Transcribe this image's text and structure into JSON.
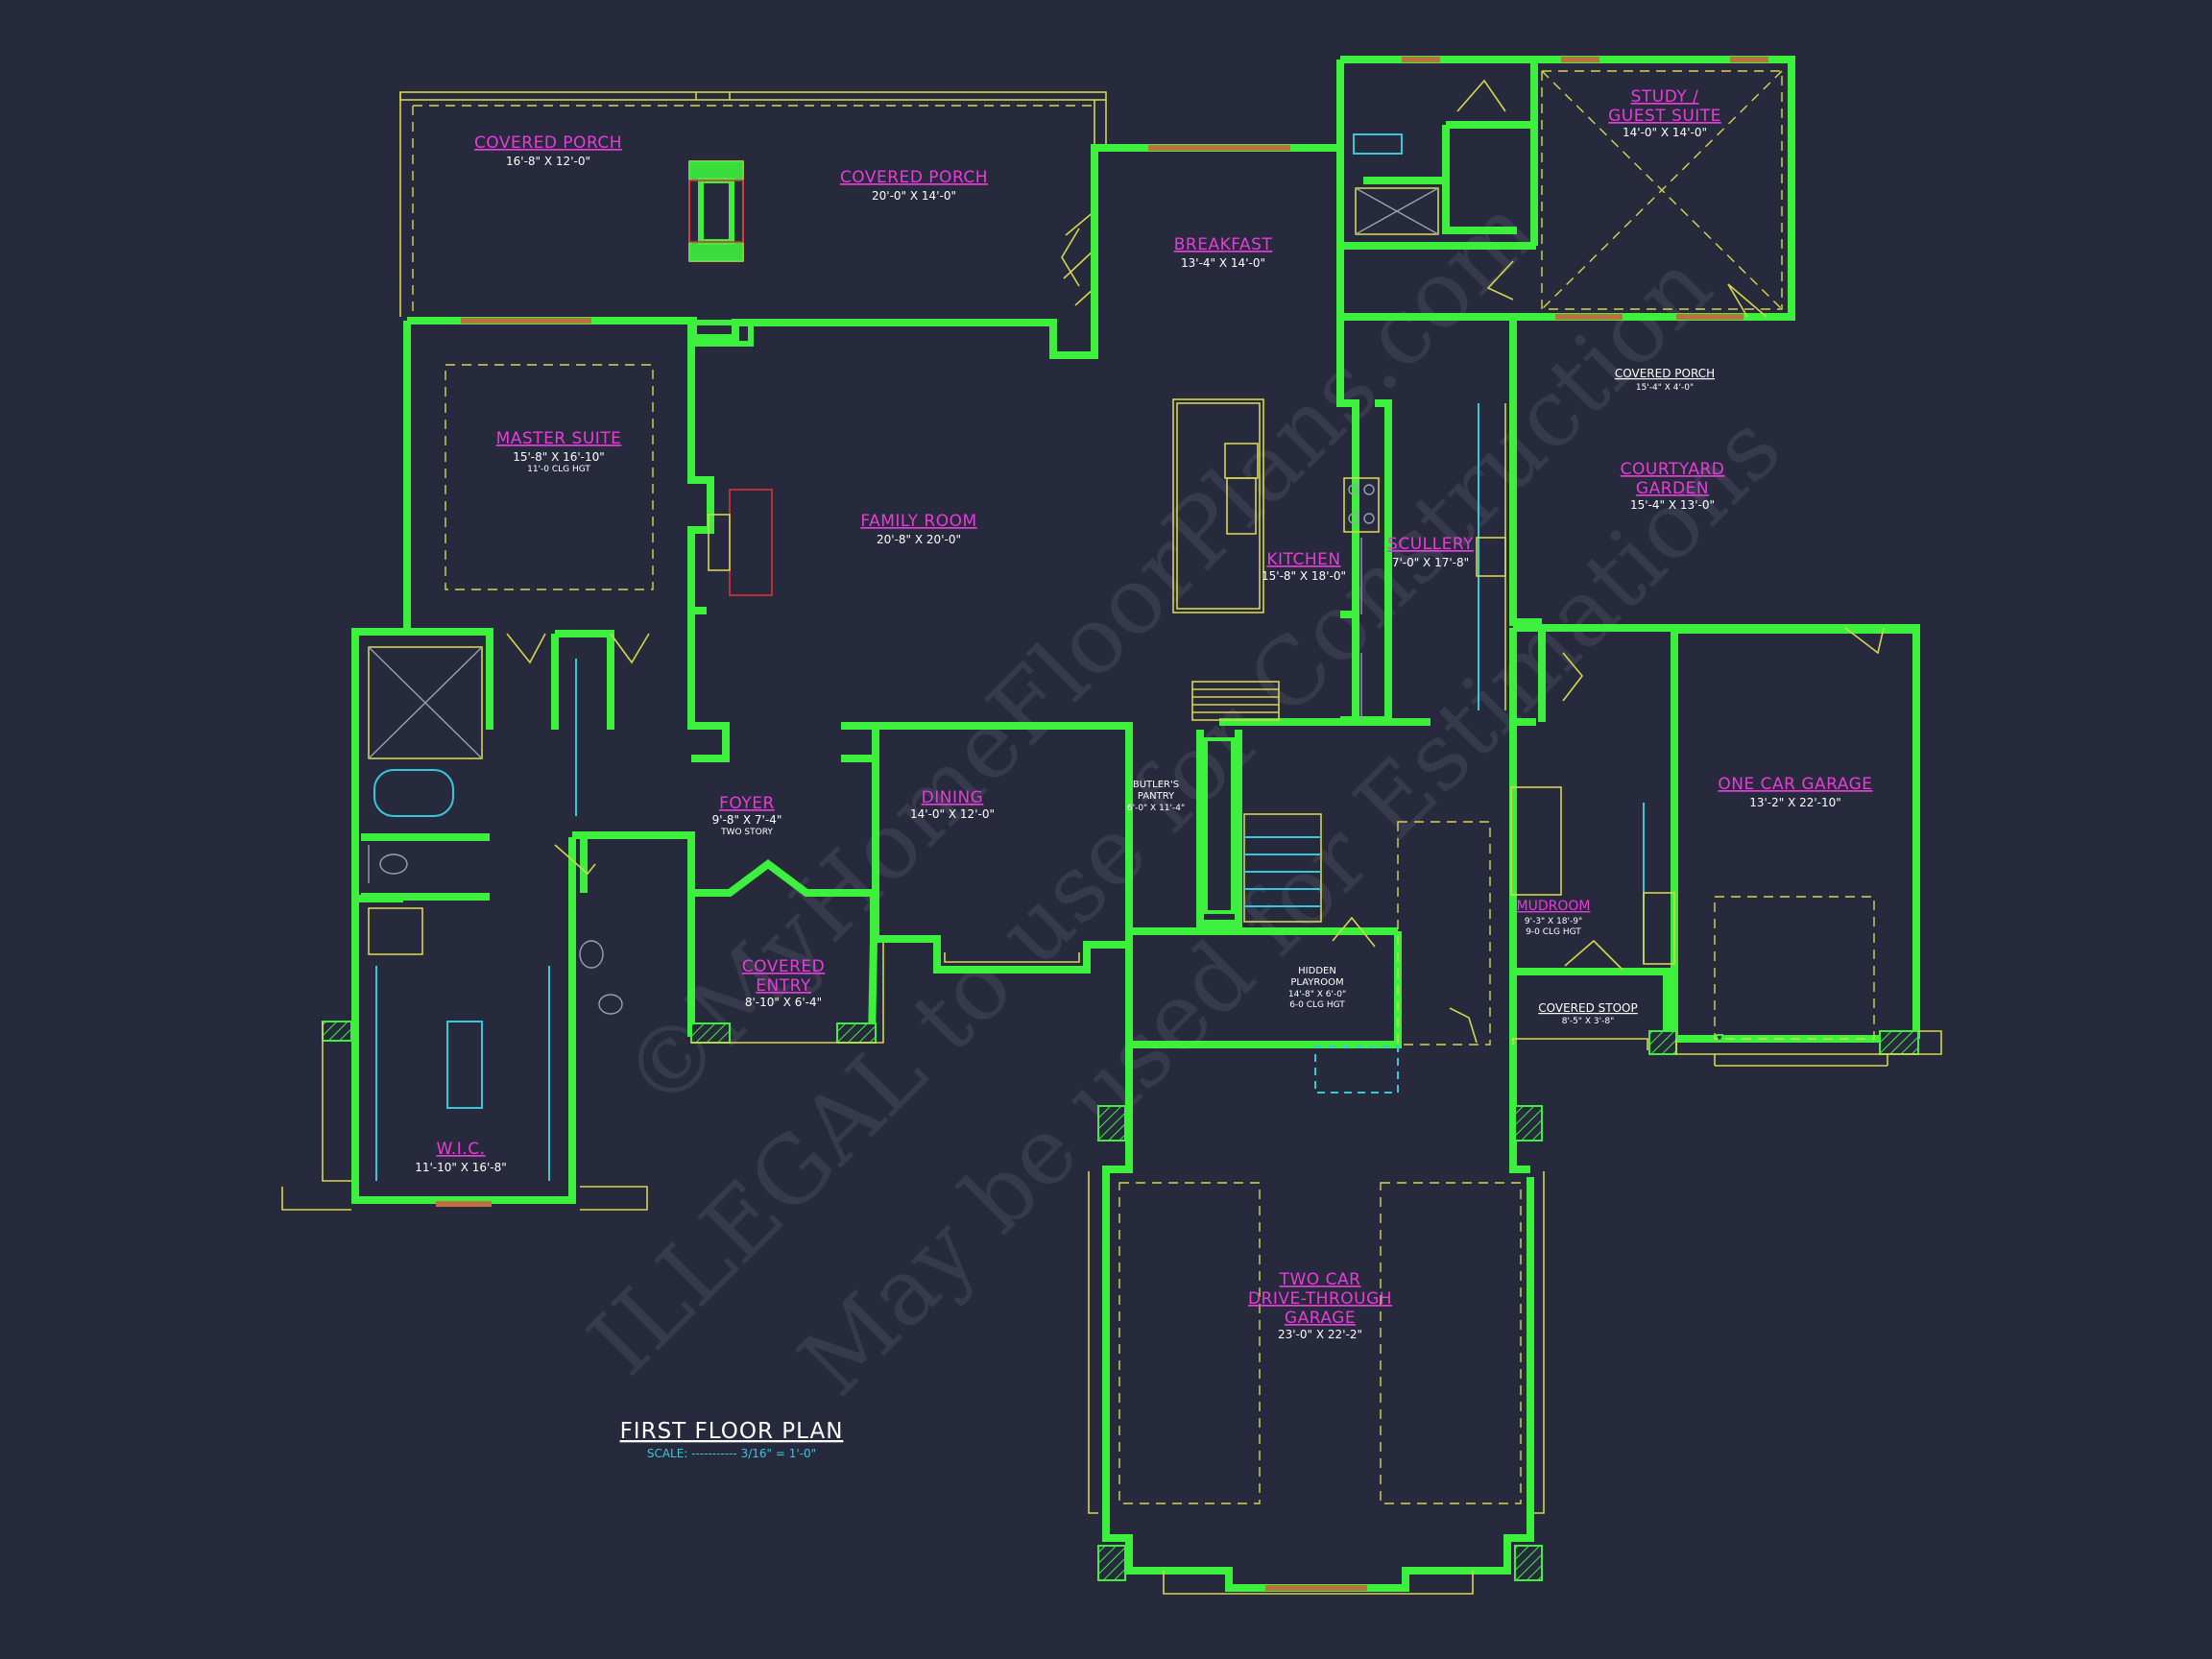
{
  "drawing": {
    "title": "FIRST FLOOR PLAN",
    "scale_label": "SCALE: ----------- 3/16\" = 1'-0\""
  },
  "watermark": {
    "line1": "©MyHomeFloorPlans.com",
    "line2": "ILLEGAL to use for Construction",
    "line3": "May be used for Estimations"
  },
  "rooms": {
    "covered_porch_left": {
      "name": "COVERED PORCH",
      "dim": "16'-8\" X 12'-0\""
    },
    "covered_porch_center": {
      "name": "COVERED PORCH",
      "dim": "20'-0\" X 14'-0\""
    },
    "breakfast": {
      "name": "BREAKFAST",
      "dim": "13'-4\" X 14'-0\""
    },
    "study": {
      "name1": "STUDY /",
      "name2": "GUEST SUITE",
      "dim": "14'-0\" X 14'-0\""
    },
    "covered_porch_small": {
      "name": "COVERED PORCH",
      "dim": "15'-4\" X 4'-0\""
    },
    "courtyard": {
      "name1": "COURTYARD",
      "name2": "GARDEN",
      "dim": "15'-4\" X 13'-0\""
    },
    "master": {
      "name": "MASTER SUITE",
      "dim": "15'-8\" X 16'-10\"",
      "note": "11'-0 CLG HGT"
    },
    "family": {
      "name": "FAMILY ROOM",
      "dim": "20'-8\" X 20'-0\""
    },
    "kitchen": {
      "name": "KITCHEN",
      "dim": "15'-8\" X 18'-0\""
    },
    "scullery": {
      "name": "SCULLERY",
      "dim": "7'-0\" X 17'-8\""
    },
    "foyer": {
      "name": "FOYER",
      "dim": "9'-8\" X 7'-4\"",
      "note": "TWO STORY"
    },
    "dining": {
      "name": "DINING",
      "dim": "14'-0\" X 12'-0\""
    },
    "butlers": {
      "name1": "BUTLER'S",
      "name2": "PANTRY",
      "dim": "6'-0\" X 11'-4\""
    },
    "one_car": {
      "name": "ONE CAR GARAGE",
      "dim": "13'-2\" X 22'-10\""
    },
    "covered_entry": {
      "name1": "COVERED",
      "name2": "ENTRY",
      "dim": "8'-10\" X 6'-4\""
    },
    "hidden_playroom": {
      "name1": "HIDDEN",
      "name2": "PLAYROOM",
      "dim": "14'-8\" X 6'-0\"",
      "note": "6-0 CLG HGT"
    },
    "mudroom": {
      "name": "MUDROOM",
      "dim": "9'-3\" X 18'-9\"",
      "note": "9-0 CLG HGT"
    },
    "covered_stoop": {
      "name": "COVERED STOOP",
      "dim": "8'-5\" X 3'-8\""
    },
    "wic": {
      "name": "W.I.C.",
      "dim": "11'-10\" X 16'-8\""
    },
    "two_car": {
      "name1": "TWO CAR",
      "name2": "DRIVE-THROUGH",
      "name3": "GARAGE",
      "dim": "23'-0\" X 22'-2\""
    }
  },
  "colors": {
    "background": "#272a3d",
    "walls": "#3df03d",
    "linework": "#d6d64a",
    "room_labels": "#e83cd8",
    "fixtures": "#35c8d8"
  }
}
